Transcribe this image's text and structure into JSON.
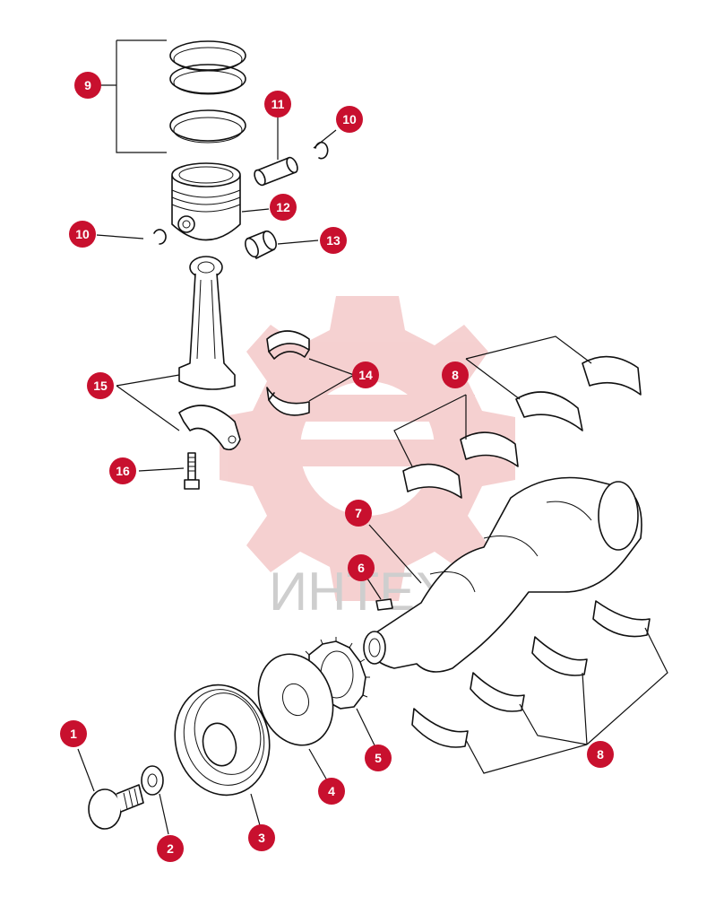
{
  "watermark": {
    "text": "ИНТЕХ",
    "logo_icon": "gear-logo-icon",
    "logo_color": "#f2c4c4"
  },
  "callout_color": "#c8102e",
  "callouts": [
    {
      "id": "c9",
      "label": "9"
    },
    {
      "id": "c11",
      "label": "11"
    },
    {
      "id": "c10a",
      "label": "10"
    },
    {
      "id": "c12",
      "label": "12"
    },
    {
      "id": "c10b",
      "label": "10"
    },
    {
      "id": "c13",
      "label": "13"
    },
    {
      "id": "c14",
      "label": "14"
    },
    {
      "id": "c8a",
      "label": "8"
    },
    {
      "id": "c15",
      "label": "15"
    },
    {
      "id": "c16",
      "label": "16"
    },
    {
      "id": "c7",
      "label": "7"
    },
    {
      "id": "c6",
      "label": "6"
    },
    {
      "id": "c1",
      "label": "1"
    },
    {
      "id": "c5",
      "label": "5"
    },
    {
      "id": "c8b",
      "label": "8"
    },
    {
      "id": "c4",
      "label": "4"
    },
    {
      "id": "c3",
      "label": "3"
    },
    {
      "id": "c2",
      "label": "2"
    }
  ],
  "parts": [
    {
      "name": "piston-rings-icon"
    },
    {
      "name": "piston-pin-icon"
    },
    {
      "name": "circlip-icon"
    },
    {
      "name": "piston-icon"
    },
    {
      "name": "pin-bushing-icon"
    },
    {
      "name": "connecting-rod-bearing-shells-icon"
    },
    {
      "name": "main-bearing-shells-icon"
    },
    {
      "name": "connecting-rod-icon"
    },
    {
      "name": "rod-bolt-icon"
    },
    {
      "name": "crankshaft-icon"
    },
    {
      "name": "woodruff-key-icon"
    },
    {
      "name": "crank-bolt-icon"
    },
    {
      "name": "crank-gear-icon"
    },
    {
      "name": "spacer-disc-icon"
    },
    {
      "name": "crank-pulley-icon"
    },
    {
      "name": "washer-icon"
    }
  ]
}
